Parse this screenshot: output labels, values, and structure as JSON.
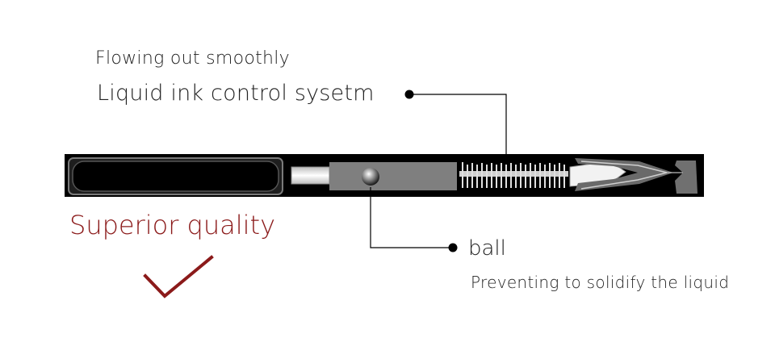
{
  "labels": {
    "flow": "Flowing out smoothly",
    "system": "Liquid  ink control sysetm",
    "ball": "ball",
    "ball_desc": "Preventing to solidify the liquid",
    "quality": "Superior quality"
  },
  "colors": {
    "accent": "#8b1a1a",
    "text": "#222222",
    "pen_body": "#000000",
    "ink_chamber": "#7f7f7f"
  },
  "icons": {
    "check": "check-icon",
    "ball": "ball-icon"
  }
}
